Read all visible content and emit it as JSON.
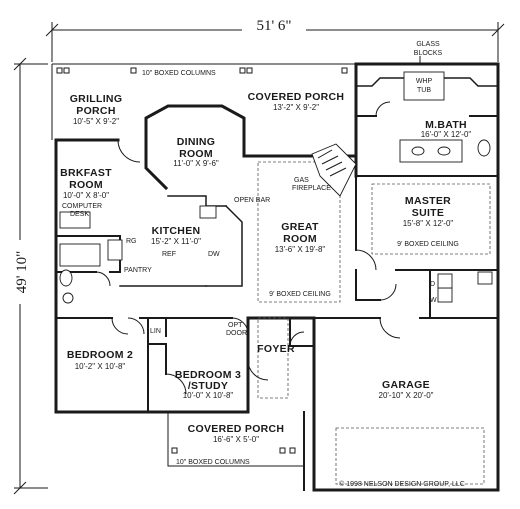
{
  "dimensions": {
    "width": "51' 6\"",
    "depth": "49' 10\""
  },
  "rooms": [
    {
      "key": "grilling-porch",
      "name": [
        "GRILLING",
        "PORCH"
      ],
      "size": "10'-5\" X 9'-2\""
    },
    {
      "key": "covered-porch-rear",
      "name": [
        "COVERED PORCH"
      ],
      "size": "13'-2\" X 9'-2\""
    },
    {
      "key": "dining-room",
      "name": [
        "DINING",
        "ROOM"
      ],
      "size": "11'-0\" X 9'-6\""
    },
    {
      "key": "breakfast-room",
      "name": [
        "BRKFAST",
        "ROOM"
      ],
      "size": "10'-0\" X 8'-0\""
    },
    {
      "key": "kitchen",
      "name": [
        "KITCHEN"
      ],
      "size": "15'-2\" X 11'-0\""
    },
    {
      "key": "great-room",
      "name": [
        "GREAT",
        "ROOM"
      ],
      "size": "13'-6\" X 19'-8\""
    },
    {
      "key": "master-bath",
      "name": [
        "M.BATH"
      ],
      "size": "16'-0\" X 12'-0\""
    },
    {
      "key": "master-suite",
      "name": [
        "MASTER",
        "SUITE"
      ],
      "size": "15'-8\" X 12'-0\""
    },
    {
      "key": "bedroom-2",
      "name": [
        "BEDROOM 2"
      ],
      "size": "10'-2\" X 10'-8\""
    },
    {
      "key": "bedroom-3",
      "name": [
        "BEDROOM 3",
        "/STUDY"
      ],
      "size": "10'-0\" X 10'-8\""
    },
    {
      "key": "foyer",
      "name": [
        "FOYER"
      ],
      "size": ""
    },
    {
      "key": "garage",
      "name": [
        "GARAGE"
      ],
      "size": "20'-10\" X 20'-0\""
    },
    {
      "key": "covered-porch-front",
      "name": [
        "COVERED PORCH"
      ],
      "size": "16'-6\" X 5'-0\""
    }
  ],
  "notes": {
    "boxed_columns_rear": "10\" BOXED COLUMNS",
    "boxed_columns_front": "10\" BOXED COLUMNS",
    "glass_blocks": [
      "GLASS",
      "BLOCKS"
    ],
    "whp_tub": [
      "WHP",
      "TUB"
    ],
    "gas_fireplace": [
      "GAS",
      "FIREPLACE"
    ],
    "open_bar": "OPEN BAR",
    "computer_desk": [
      "COMPUTER",
      "DESK"
    ],
    "pantry": "PANTRY",
    "ref": "REF",
    "rg": "RG",
    "dw": "DW",
    "boxed_ceiling_great": "9' BOXED CEILING",
    "boxed_ceiling_master": "9' BOXED CEILING",
    "linen": "LIN",
    "opt_door": [
      "OPT",
      "DOOR"
    ],
    "washer": "W",
    "dryer": "D"
  },
  "copyright": "© 1998 NELSON DESIGN GROUP, LLC"
}
